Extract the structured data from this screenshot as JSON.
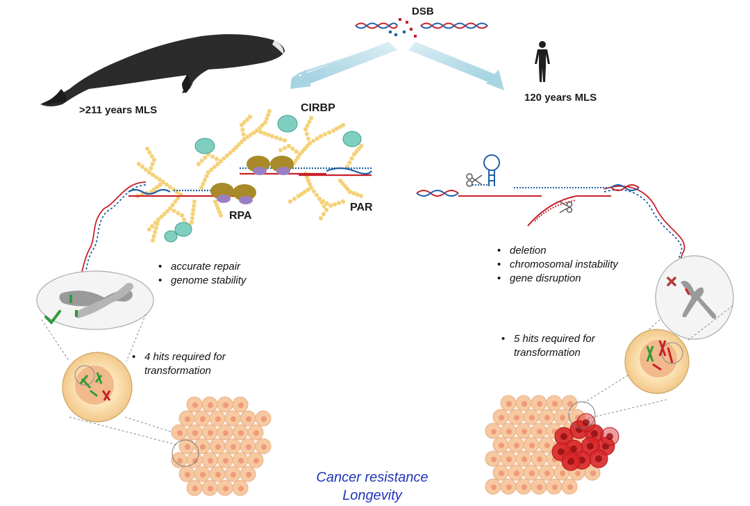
{
  "top": {
    "dsb_label": "DSB"
  },
  "whale": {
    "mls_label": ">211 years MLS"
  },
  "human": {
    "mls_label": "120 years MLS"
  },
  "left_repair": {
    "proteins": {
      "cirbp": "CIRBP",
      "rpa": "RPA",
      "par": "PAR"
    },
    "outcomes": [
      "accurate repair",
      "genome stability"
    ],
    "hits_text": [
      "4 hits required for",
      "transformation"
    ]
  },
  "right_repair": {
    "outcomes": [
      "deletion",
      "chromosomal instability",
      "gene disruption"
    ],
    "hits_text": [
      "5 hits required for",
      "transformation"
    ]
  },
  "bottom": {
    "caption": [
      "Cancer resistance",
      "Longevity"
    ]
  },
  "colors": {
    "dna_red": "#c8202a",
    "dna_blue": "#1f5fa8",
    "par_yellow": "#f5d27a",
    "cirbp_teal": "#5fc7b8",
    "rpa_olive": "#a88a2a",
    "cell_peach": "#f6c9a0",
    "cancer_red": "#d8262a",
    "arrow_blue": "#a9d5e3",
    "caption_blue": "#2034b8"
  },
  "icons": [
    "whale-silhouette",
    "human-silhouette",
    "checkmark-icon",
    "cross-icon",
    "chromosome-icon",
    "scissors-icon"
  ]
}
